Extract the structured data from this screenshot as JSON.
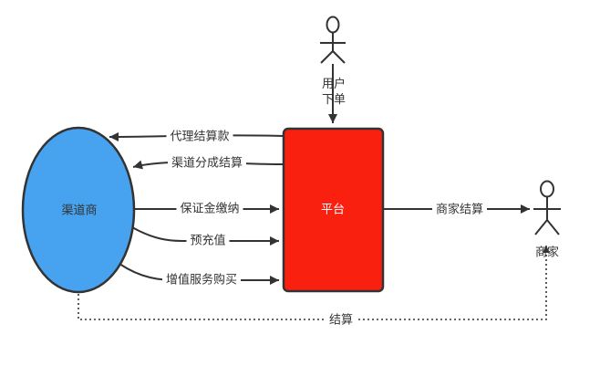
{
  "colors": {
    "stroke": "#333333",
    "channel_fill": "#47A3F0",
    "platform_fill": "#FA200F",
    "label_text": "#333333",
    "platform_text": "#FFFFFF",
    "background": "#FFFFFF"
  },
  "nodes": {
    "channel": {
      "label": "渠道商"
    },
    "platform": {
      "label": "平台"
    }
  },
  "actors": {
    "user": {
      "label": "用户\n下单"
    },
    "merchant": {
      "label": "商家"
    }
  },
  "edges": {
    "agent_settlement": {
      "label": "代理结算款"
    },
    "channel_share_settlement": {
      "label": "渠道分成结算"
    },
    "deposit_payment": {
      "label": "保证金缴纳"
    },
    "precharge": {
      "label": "预充值"
    },
    "value_added_purchase": {
      "label": "增值服务购买"
    },
    "merchant_settlement": {
      "label": "商家结算"
    },
    "settlement": {
      "label": "结算"
    }
  }
}
